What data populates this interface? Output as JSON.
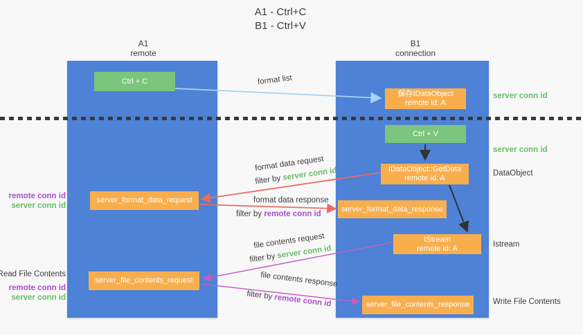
{
  "title": {
    "line1": "A1 - Ctrl+C",
    "line2": "B1 - Ctrl+V"
  },
  "lanes": {
    "left": {
      "title": "A1",
      "subtitle": "remote"
    },
    "right": {
      "title": "B1",
      "subtitle": "connection"
    }
  },
  "boxes": {
    "ctrl_c": {
      "label": "Ctrl + C"
    },
    "save_idataobject": {
      "line1": "保存IDataObject",
      "line2": "remote id: A"
    },
    "ctrl_v": {
      "label": "Ctrl + V"
    },
    "getdata": {
      "line1": "IDataObject::GetData",
      "line2": "remote id: A"
    },
    "format_request": {
      "label": "server_format_data_request"
    },
    "format_response": {
      "label": "server_format_data_response"
    },
    "istream": {
      "line1": "IStream",
      "line2": "remote id: A"
    },
    "file_request": {
      "label": "server_file_contents_request"
    },
    "file_response": {
      "label": "server_file_contents_response"
    }
  },
  "flow_labels": {
    "format_list": "format list",
    "format_data_request": "format data request",
    "format_data_response": "format data response",
    "file_contents_request": "file contents request",
    "file_contents_response": "file contents response",
    "filter_by": "filter by ",
    "server_conn_id": "server conn id",
    "remote_conn_id": "remote conn id"
  },
  "side_labels": {
    "right_server_conn_id_top": "server conn id",
    "right_server_conn_id_mid": "server conn id",
    "dataobject": "DataObject",
    "istream": "Istream",
    "write_file_contents": "Write File Contents",
    "left_remote_conn_id_top": "remote conn id",
    "left_server_conn_id_top": "server conn id",
    "read_file_contents": "Read File Contents",
    "left_remote_conn_id_bottom": "remote conn id",
    "left_server_conn_id_bottom": "server conn id"
  },
  "colors": {
    "lane_blue": "#4d82d6",
    "box_green": "#7cc57d",
    "box_orange": "#f9ae4d",
    "arrow_blue": "#a8d2f0",
    "arrow_red": "#ed6a60",
    "arrow_magenta": "#c45ec4",
    "arrow_black": "#333333",
    "text_green": "#67bd67",
    "text_purple": "#a94ec9"
  }
}
